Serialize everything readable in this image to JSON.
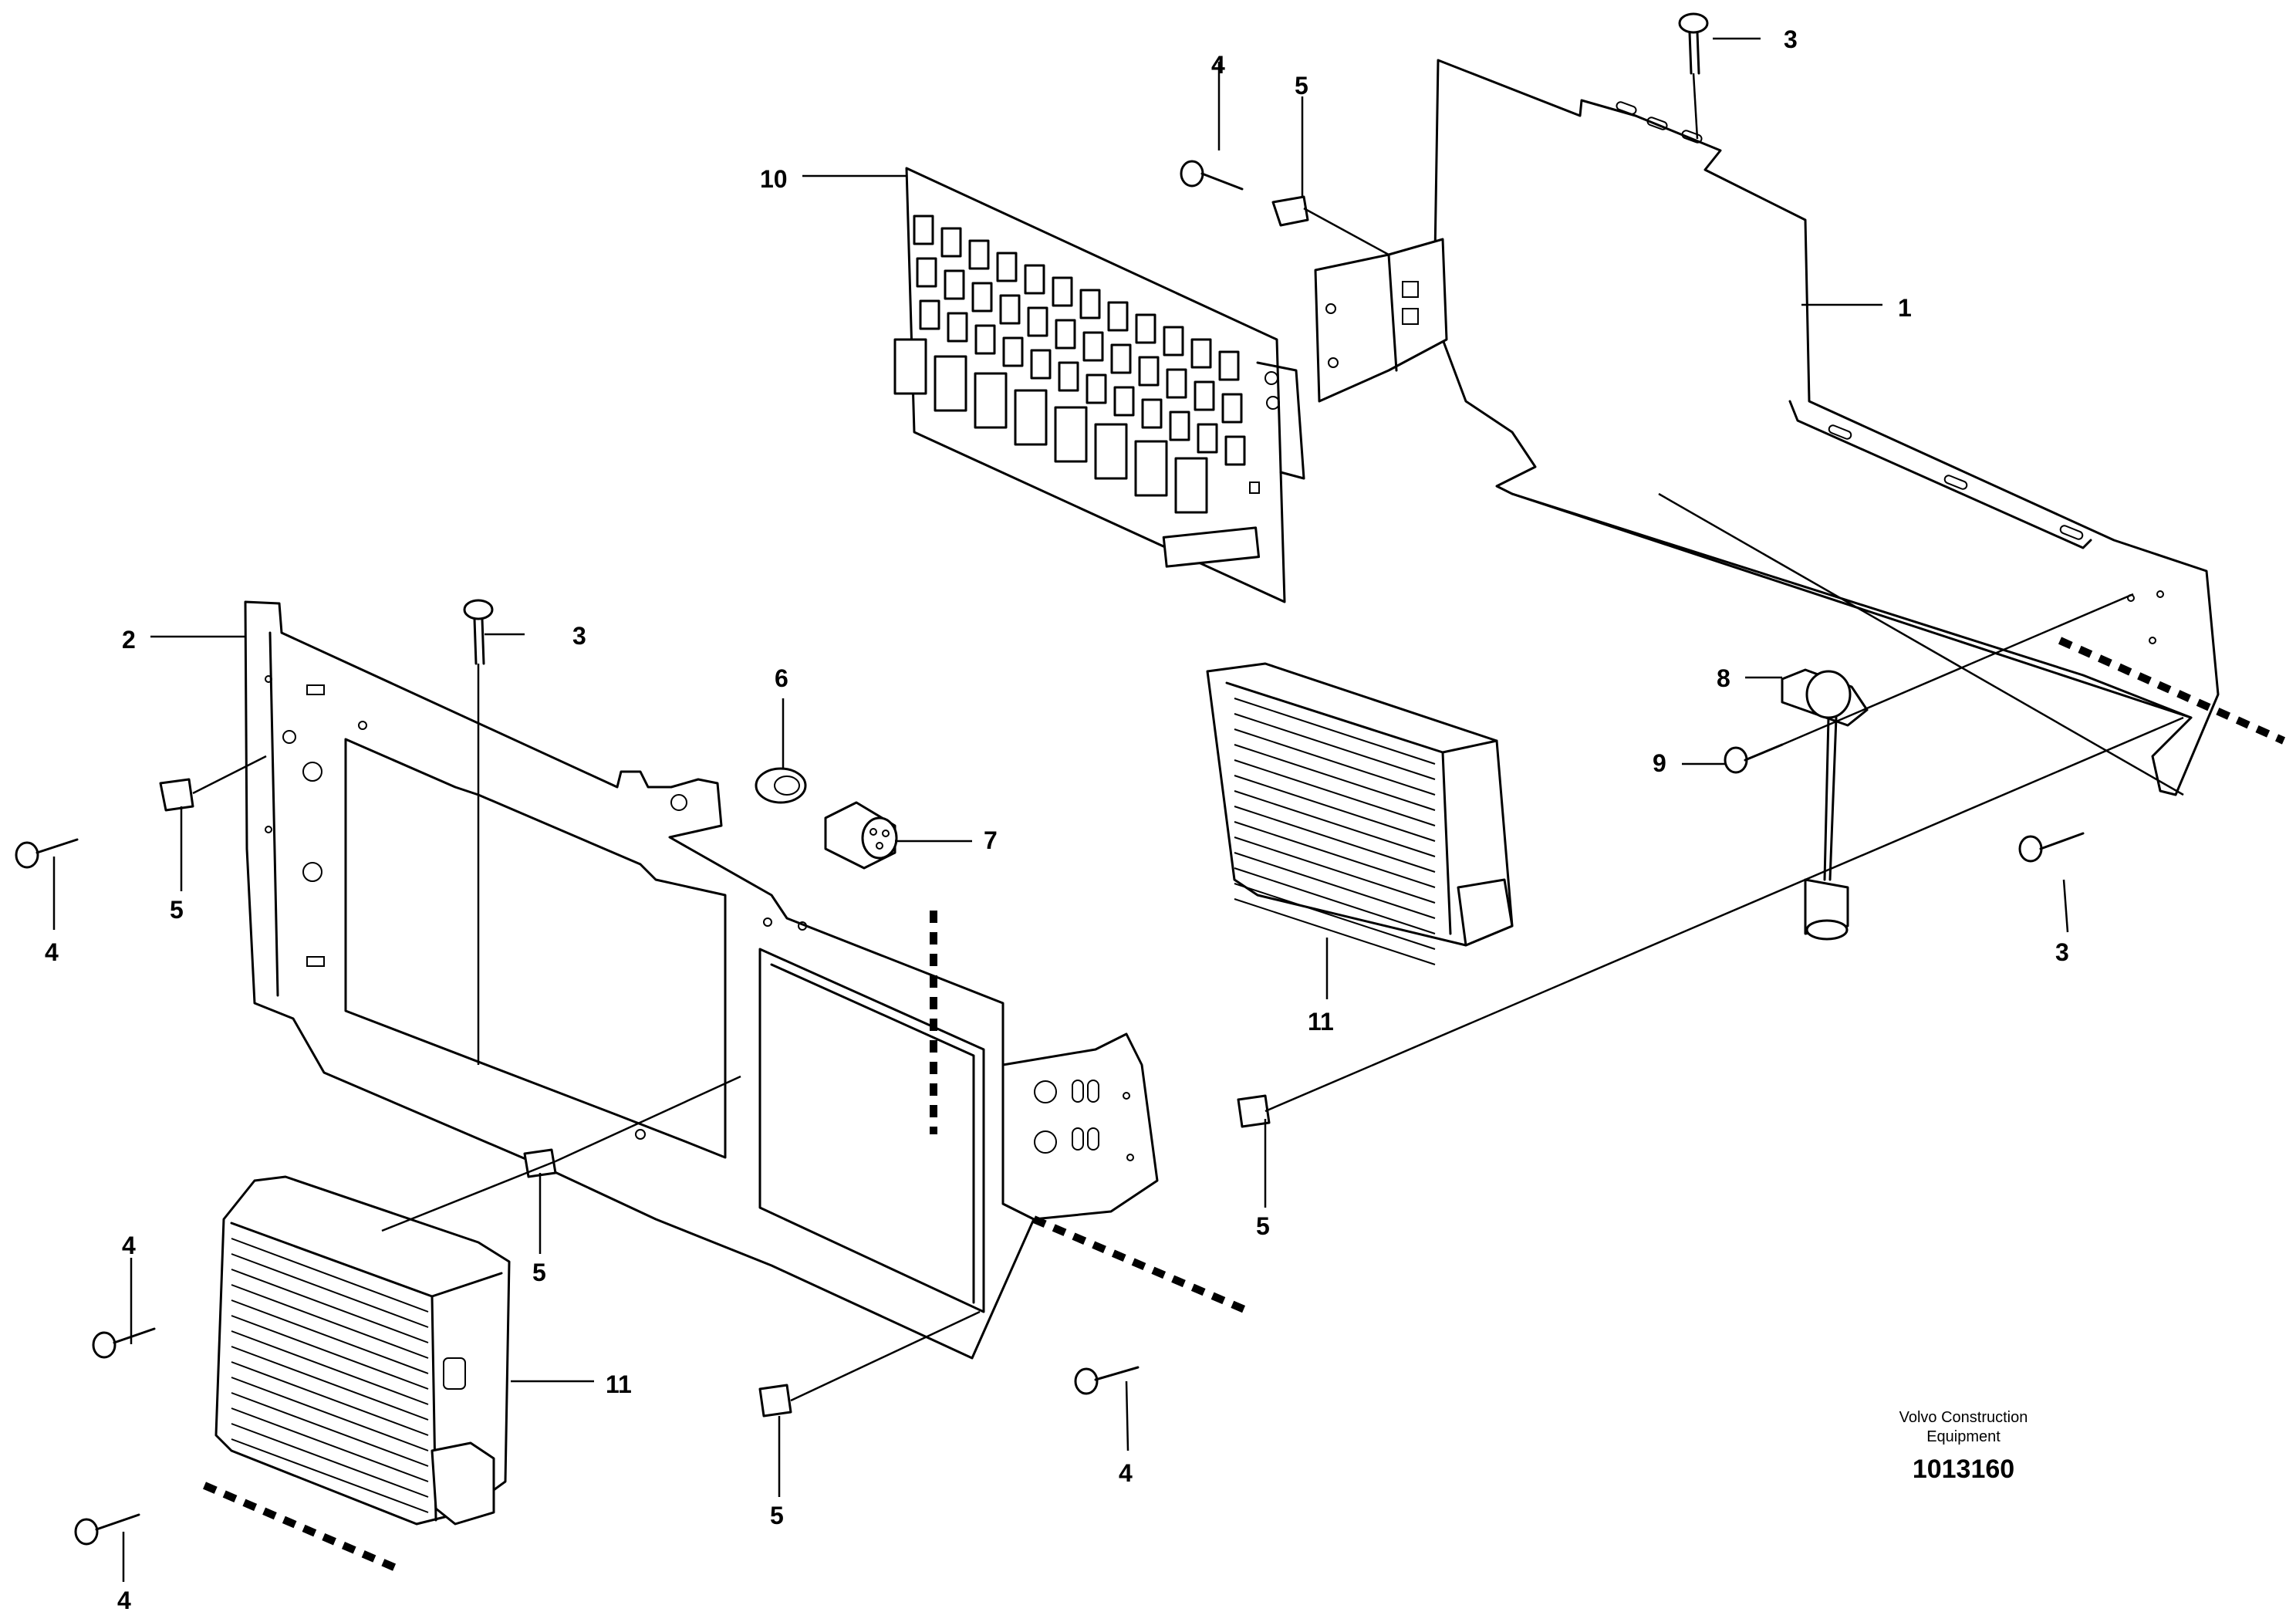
{
  "callouts": {
    "c1": "1",
    "c2": "2",
    "c3_top": "3",
    "c3_mid": "3",
    "c3_right": "3",
    "c4_top": "4",
    "c4_left": "4",
    "c4_lower_left": "4",
    "c4_bottom_left": "4",
    "c4_bottom_mid": "4",
    "c5_top": "5",
    "c5_left": "5",
    "c5_center": "5",
    "c5_right": "5",
    "c5_bottom": "5",
    "c6": "6",
    "c7": "7",
    "c8": "8",
    "c9": "9",
    "c10": "10",
    "c11_upper": "11",
    "c11_lower": "11"
  },
  "footer": {
    "brand_line1": "Volvo Construction",
    "brand_line2": "Equipment",
    "drawing_number": "1013160"
  }
}
